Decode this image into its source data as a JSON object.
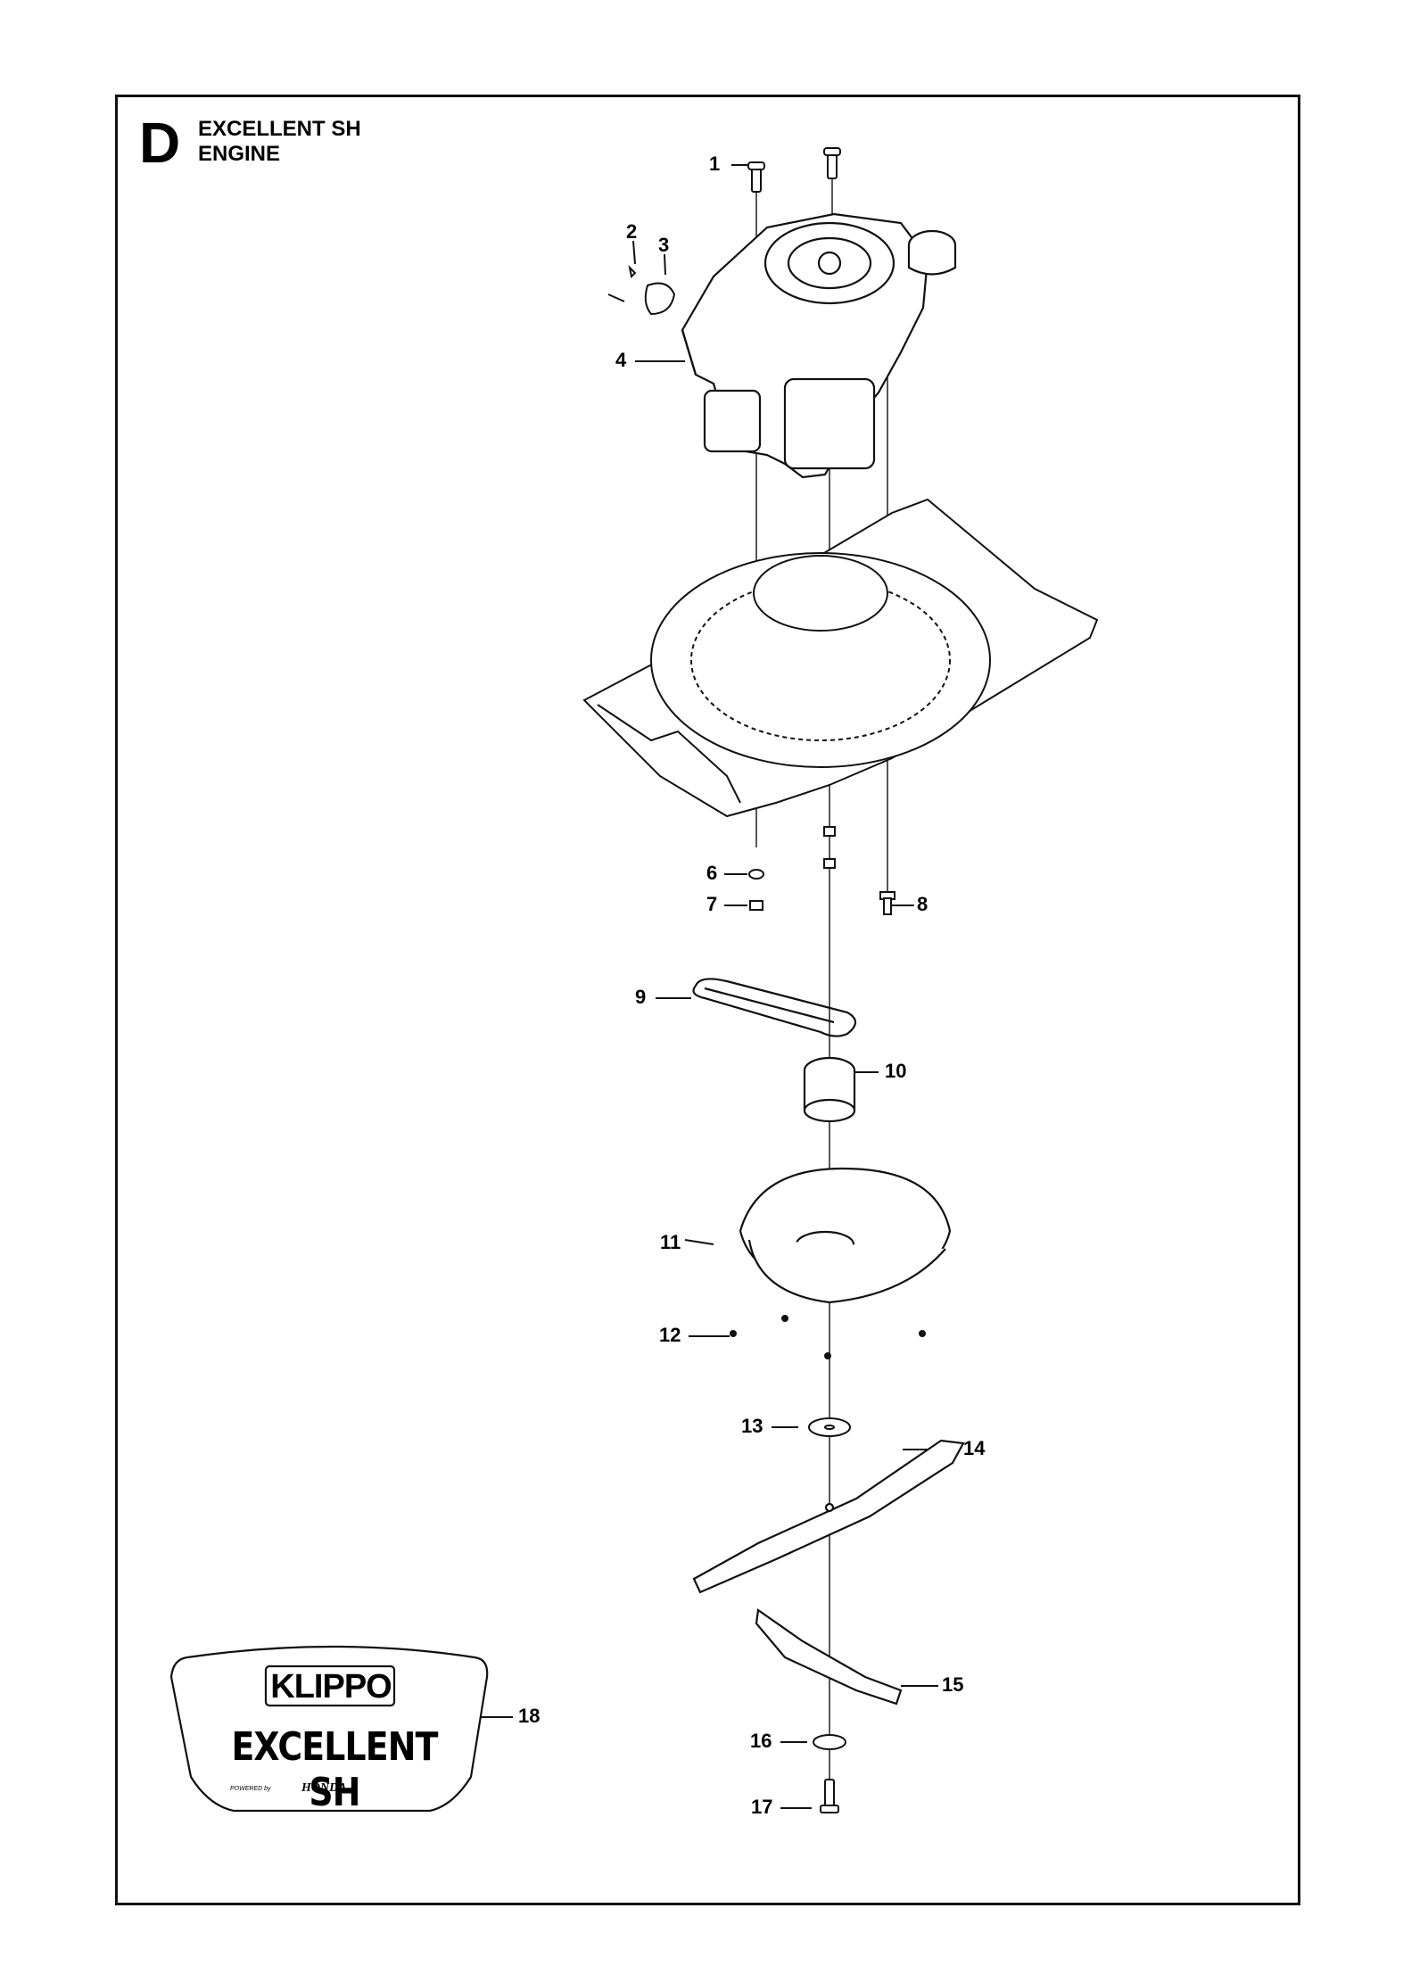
{
  "header": {
    "section_letter": "D",
    "title_line1": "EXCELLENT SH",
    "title_line2": "ENGINE"
  },
  "callouts": [
    "1",
    "2",
    "3",
    "4",
    "6",
    "7",
    "8",
    "9",
    "10",
    "11",
    "12",
    "13",
    "14",
    "15",
    "16",
    "17",
    "18"
  ],
  "decal": {
    "brand": "KLIPPO",
    "model": "EXCELLENT SH",
    "powered_by": "POWERED by",
    "engine_brand": "HONDA"
  }
}
